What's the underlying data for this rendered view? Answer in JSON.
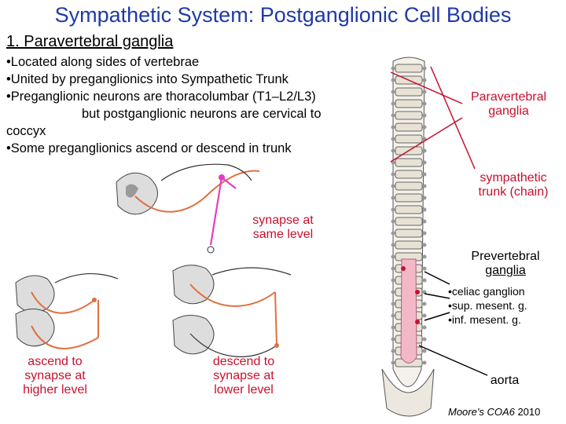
{
  "title": "Sympathetic System: Postganglionic Cell Bodies",
  "subheading": "1. Paravertebral ganglia",
  "bullets": [
    "Located along sides of vertebrae",
    "United by preganglionics into Sympathetic Trunk",
    "Preganglionic neurons are thoracolumbar (T1–L2/L3)",
    "but postganglionic neurons are cervical to",
    "coccyx",
    "Some preganglionics ascend or descend in trunk"
  ],
  "labels": {
    "paravertebral": [
      "Paravertebral",
      "ganglia"
    ],
    "sympathetic_trunk": [
      "sympathetic",
      "trunk (chain)"
    ],
    "synapse_same": [
      "synapse at",
      "same level"
    ],
    "ascend": [
      "ascend to",
      "synapse at",
      "higher level"
    ],
    "descend": [
      "descend to",
      "synapse at",
      "lower level"
    ],
    "prevertebral": [
      "Prevertebral",
      "ganglia"
    ],
    "aorta": "aorta"
  },
  "prevertebral_list": [
    "celiac ganglion",
    "sup. mesent. g.",
    "inf. mesent. g."
  ],
  "credit": {
    "author": "Moore's COA6",
    "year": " 2010"
  },
  "colors": {
    "title": "#1f3aa8",
    "label_red": "#c8102e",
    "nerve_orange": "#e07040",
    "nerve_pink": "#e040c0",
    "aorta_pink": "#f2b8c8"
  }
}
